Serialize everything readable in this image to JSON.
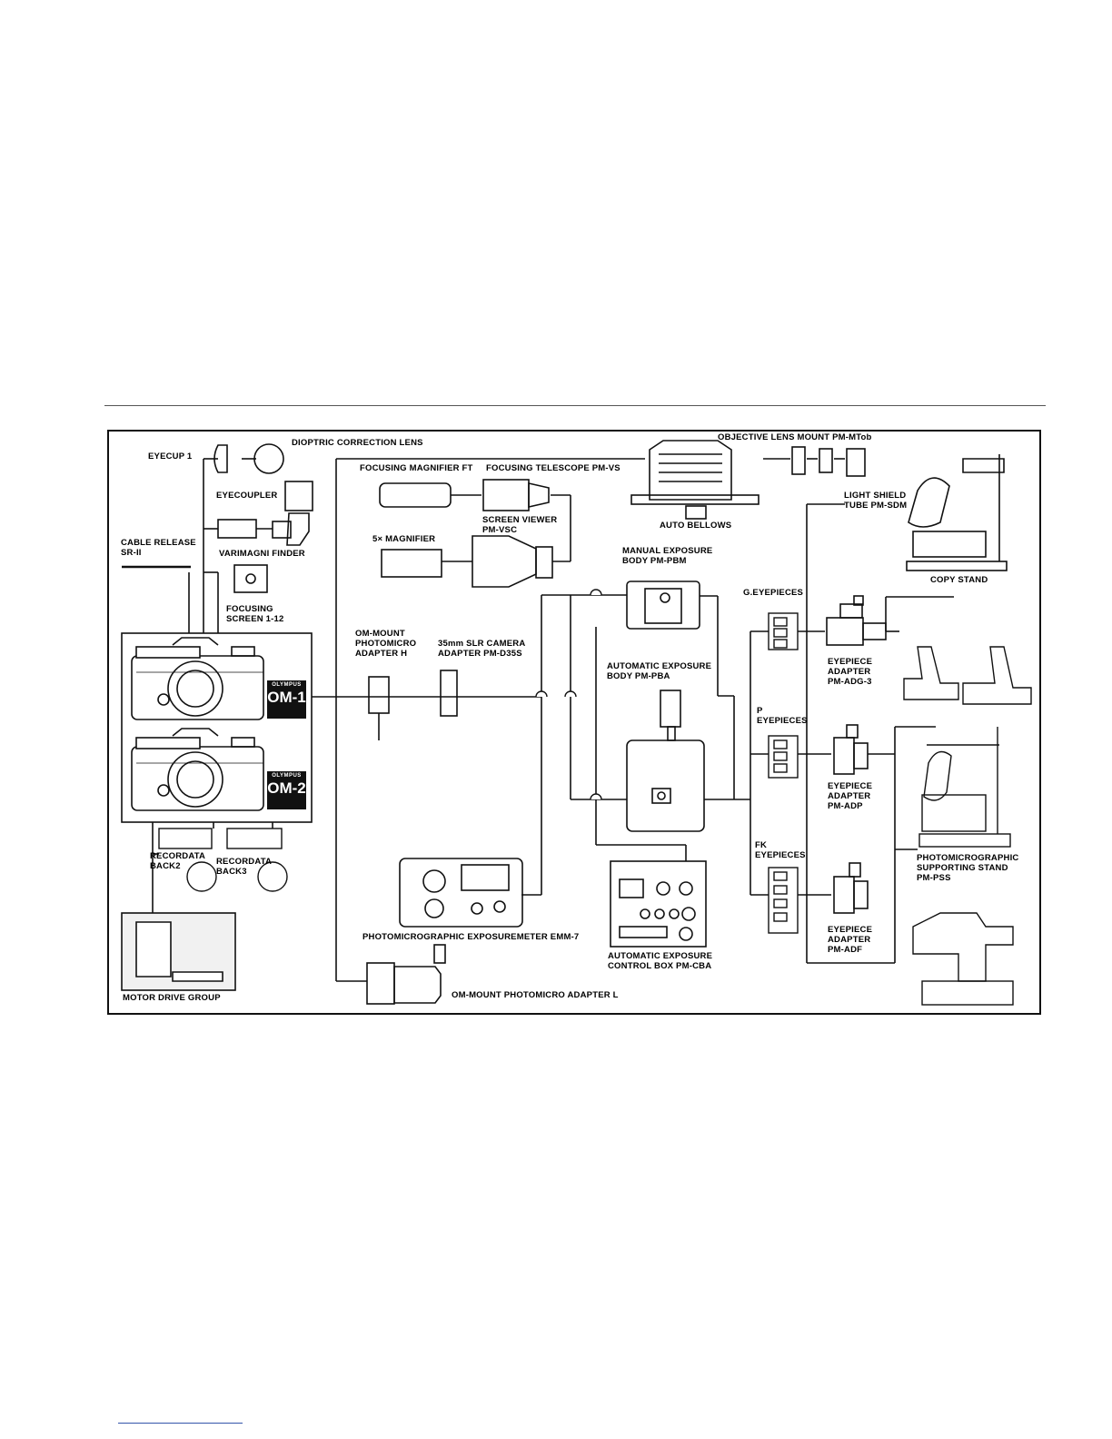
{
  "diagram": {
    "labels": {
      "eyecup": "EYECUP 1",
      "dioptric": "DIOPTRIC CORRECTION LENS",
      "eyecoupler": "EYECOUPLER",
      "varimagni": "VARIMAGNI FINDER",
      "cable_release": "CABLE RELEASE\nSR-II",
      "focusing_screen": "FOCUSING\nSCREEN 1-12",
      "focusing_magnifier": "FOCUSING MAGNIFIER FT",
      "focusing_telescope": "FOCUSING TELESCOPE PM-VS",
      "screen_viewer": "SCREEN VIEWER\nPM-VSC",
      "magnifier_5x": "5× MAGNIFIER",
      "objective_lens_mount": "OBJECTIVE LENS MOUNT PM-MTob",
      "auto_bellows": "AUTO BELLOWS",
      "light_shield": "LIGHT SHIELD\nTUBE PM-SDM",
      "copy_stand": "COPY STAND",
      "manual_exposure": "MANUAL EXPOSURE\nBODY PM-PBM",
      "g_eyepieces": "G.EYEPIECES",
      "om_mount_adapter_h": "OM-MOUNT\nPHOTOMICRO\nADAPTER H",
      "slr_adapter": "35mm SLR CAMERA\nADAPTER PM-D35S",
      "automatic_exposure_body": "AUTOMATIC EXPOSURE\nBODY PM-PBA",
      "eyepiece_adapter_adg3": "EYEPIECE\nADAPTER\nPM-ADG-3",
      "p_eyepieces": "P\nEYEPIECES",
      "eyepiece_adapter_adp": "EYEPIECE\nADAPTER\nPM-ADP",
      "fk_eyepieces": "FK\nEYEPIECES",
      "photomicrographic_stand": "PHOTOMICROGRAPHIC\nSUPPORTING STAND\nPM-PSS",
      "eyepiece_adapter_adf": "EYEPIECE\nADAPTER\nPM-ADF",
      "recordata_back2": "RECORDATA\nBACK2",
      "recordata_back3": "RECORDATA\nBACK3",
      "exposuremeter": "PHOTOMICROGRAPHIC EXPOSUREMETER EMM-7",
      "control_box": "AUTOMATIC EXPOSURE\nCONTROL BOX PM-CBA",
      "motor_drive": "MOTOR DRIVE GROUP",
      "om_mount_adapter_l": "OM-MOUNT PHOTOMICRO ADAPTER L"
    },
    "badges": {
      "om1": {
        "brand": "OLYMPUS",
        "model": "OM-1"
      },
      "om2": {
        "brand": "OLYMPUS",
        "model": "OM-2"
      }
    }
  }
}
